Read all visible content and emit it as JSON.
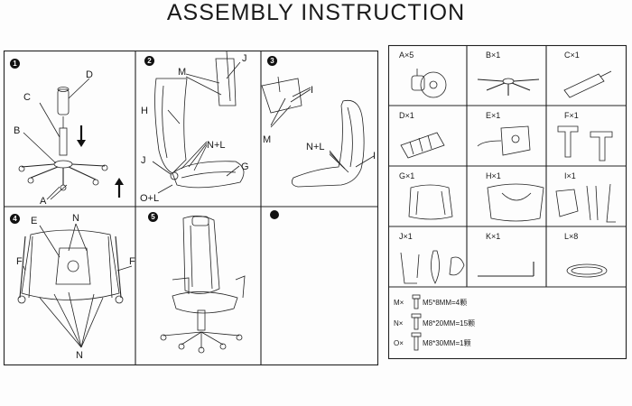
{
  "title": "ASSEMBLY INSTRUCTION",
  "steps": [
    {
      "number": "1",
      "labels": [
        "D",
        "C",
        "B",
        "A"
      ]
    },
    {
      "number": "2",
      "labels": [
        "M",
        "J",
        "H",
        "N+L",
        "J",
        "G",
        "O+L"
      ]
    },
    {
      "number": "3",
      "labels": [
        "I",
        "M",
        "N+L",
        "I"
      ]
    },
    {
      "number": "4",
      "labels": [
        "E",
        "N",
        "F",
        "F",
        "N"
      ]
    },
    {
      "number": "5",
      "labels": []
    }
  ],
  "parts": [
    {
      "label": "A×5",
      "icon": "caster-wheel-icon"
    },
    {
      "label": "B×1",
      "icon": "five-star-base-icon"
    },
    {
      "label": "C×1",
      "icon": "gas-lift-cylinder-icon"
    },
    {
      "label": "D×1",
      "icon": "cylinder-cover-icon"
    },
    {
      "label": "E×1",
      "icon": "seat-mechanism-icon"
    },
    {
      "label": "F×1",
      "icon": "armrest-pair-icon"
    },
    {
      "label": "G×1",
      "icon": "seat-cushion-icon"
    },
    {
      "label": "H×1",
      "icon": "backrest-icon"
    },
    {
      "label": "I×1",
      "icon": "back-bracket-icon"
    },
    {
      "label": "J×1",
      "icon": "side-cover-icon"
    },
    {
      "label": "K×1",
      "icon": "allen-key-icon"
    },
    {
      "label": "L×8",
      "icon": "washer-icon"
    }
  ],
  "hardware": [
    {
      "code": "M×",
      "spec": "M5*8MM=4颗"
    },
    {
      "code": "N×",
      "spec": "M8*20MM=15颗"
    },
    {
      "code": "O×",
      "spec": "M8*30MM=1颗"
    }
  ]
}
